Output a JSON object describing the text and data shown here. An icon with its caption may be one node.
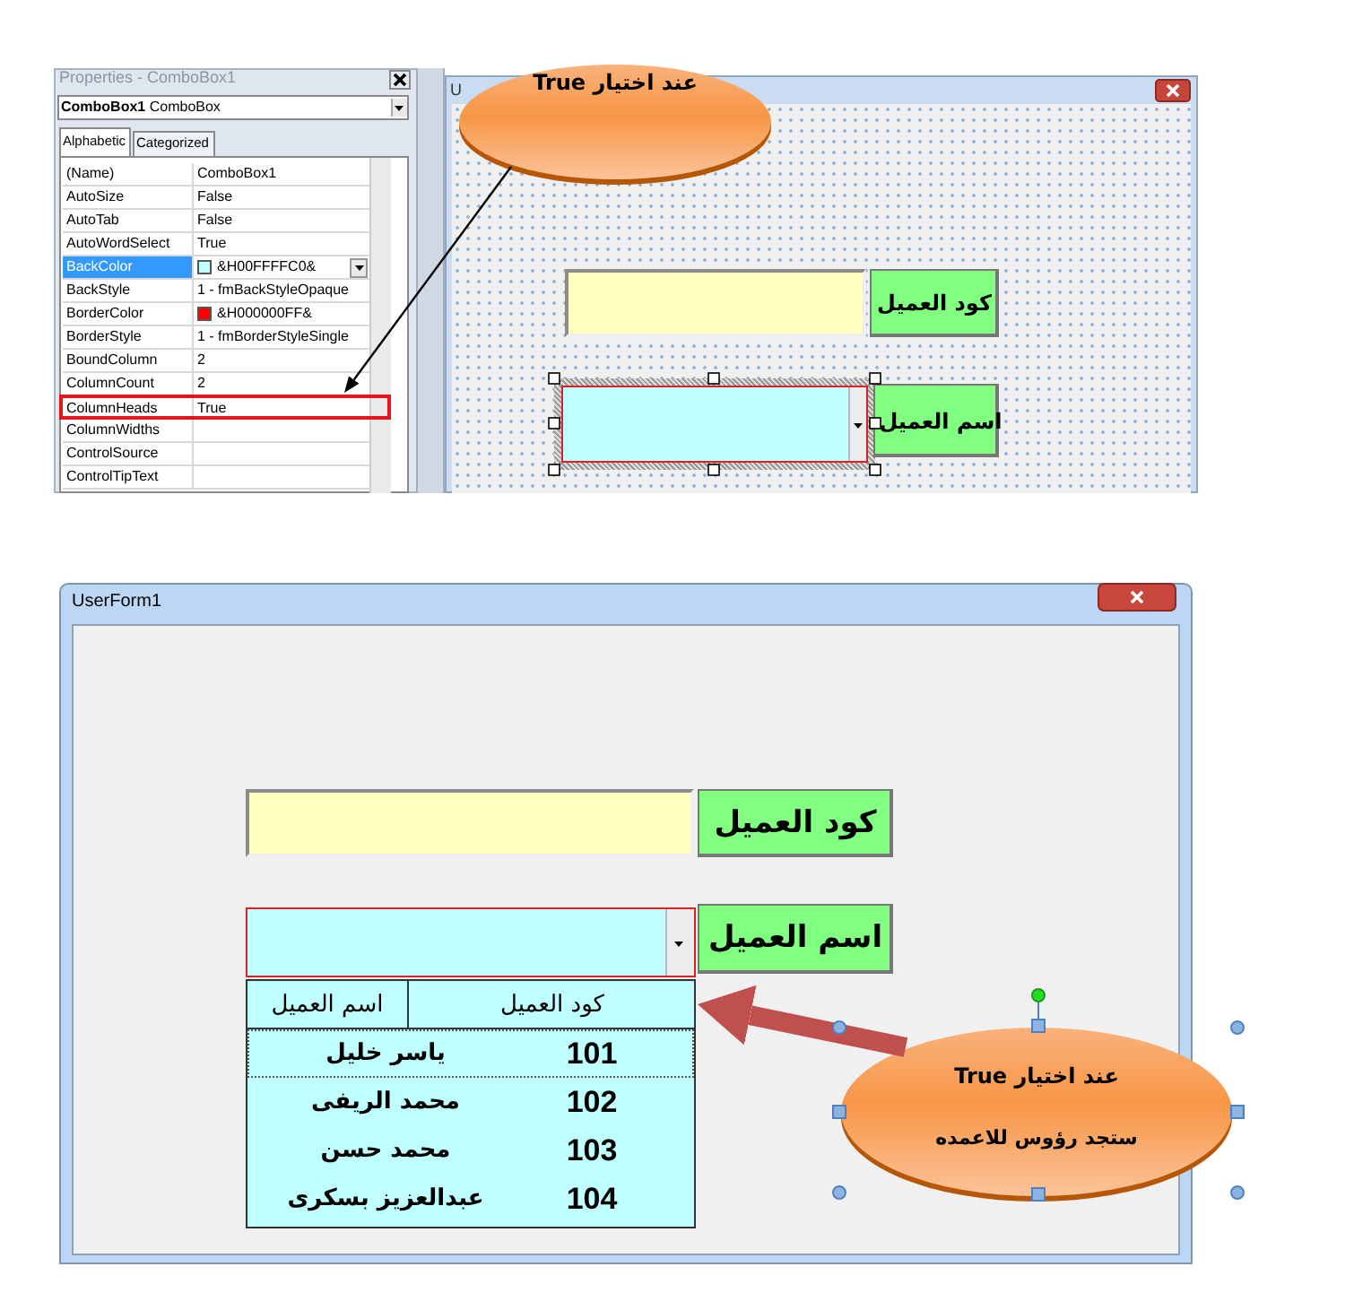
{
  "diagram": {
    "nodes": [
      {
        "text": [
          "عند اختيار True"
        ]
      },
      {
        "text": [
          "ColumnHeads",
          "True"
        ]
      },
      {
        "text": [
          "كود العميل",
          "اسم العميل"
        ]
      },
      {
        "text": [
          "عند اختيار True",
          "ستجد رؤوس للاعمده"
        ]
      }
    ],
    "edges": [
      {
        "from": 0,
        "to": 1,
        "arrow": "to"
      },
      {
        "from": 3,
        "to": 2,
        "arrow": "to",
        "style": "thick",
        "color": "#c0504d"
      }
    ],
    "labels": [
      "Properties - ComboBox1",
      "**ComboBox1** ComboBox",
      "Alphabetic",
      "Categorized",
      "(Name)",
      "ComboBox1",
      "AutoSize",
      "False",
      "AutoTab",
      "False",
      "AutoWordSelect",
      "True",
      "BackColor",
      "&H00FFFFC0&",
      "BackStyle",
      "1 - fmBackStyleOpaque",
      "BorderColor",
      "&H000000FF&",
      "BorderStyle",
      "1 - fmBorderStyleSingle",
      "BoundColumn",
      "2",
      "ColumnCount",
      "2",
      "ColumnWidths",
      "ControlSource",
      "ControlTipText",
      "U",
      "كود العميل",
      "اسم العميل",
      "UserForm1",
      "كود العميل",
      "اسم العميل",
      "101",
      "ياسر خليل",
      "102",
      "محمد الريفى",
      "103",
      "محمد حسن",
      "104",
      "عبدالعزيز بسكرى"
    ]
  }
}
